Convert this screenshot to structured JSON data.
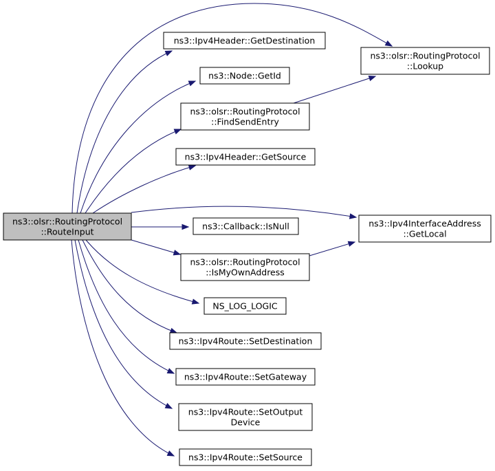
{
  "graph": {
    "nodes": {
      "route_input": {
        "lines": [
          "ns3::olsr::RoutingProtocol",
          "::RouteInput"
        ],
        "root": true
      },
      "get_destination": {
        "lines": [
          "ns3::Ipv4Header::GetDestination"
        ]
      },
      "get_id": {
        "lines": [
          "ns3::Node::GetId"
        ]
      },
      "find_send_entry": {
        "lines": [
          "ns3::olsr::RoutingProtocol",
          "::FindSendEntry"
        ]
      },
      "get_source": {
        "lines": [
          "ns3::Ipv4Header::GetSource"
        ]
      },
      "is_null": {
        "lines": [
          "ns3::Callback::IsNull"
        ]
      },
      "is_my_own_address": {
        "lines": [
          "ns3::olsr::RoutingProtocol",
          "::IsMyOwnAddress"
        ]
      },
      "ns_log_logic": {
        "lines": [
          "NS_LOG_LOGIC"
        ]
      },
      "set_destination": {
        "lines": [
          "ns3::Ipv4Route::SetDestination"
        ]
      },
      "set_gateway": {
        "lines": [
          "ns3::Ipv4Route::SetGateway"
        ]
      },
      "set_output_device": {
        "lines": [
          "ns3::Ipv4Route::SetOutput",
          "Device"
        ]
      },
      "set_source": {
        "lines": [
          "ns3::Ipv4Route::SetSource"
        ]
      },
      "lookup": {
        "lines": [
          "ns3::olsr::RoutingProtocol",
          "::Lookup"
        ]
      },
      "get_local": {
        "lines": [
          "ns3::Ipv4InterfaceAddress",
          "::GetLocal"
        ]
      }
    },
    "edges": [
      {
        "from": "route_input",
        "to": "lookup"
      },
      {
        "from": "route_input",
        "to": "get_destination"
      },
      {
        "from": "route_input",
        "to": "get_id"
      },
      {
        "from": "route_input",
        "to": "find_send_entry"
      },
      {
        "from": "find_send_entry",
        "to": "lookup"
      },
      {
        "from": "route_input",
        "to": "get_source"
      },
      {
        "from": "route_input",
        "to": "get_local"
      },
      {
        "from": "route_input",
        "to": "is_null"
      },
      {
        "from": "route_input",
        "to": "is_my_own_address"
      },
      {
        "from": "is_my_own_address",
        "to": "get_local"
      },
      {
        "from": "route_input",
        "to": "ns_log_logic"
      },
      {
        "from": "route_input",
        "to": "set_destination"
      },
      {
        "from": "route_input",
        "to": "set_gateway"
      },
      {
        "from": "route_input",
        "to": "set_output_device"
      },
      {
        "from": "route_input",
        "to": "set_source"
      }
    ]
  },
  "colors": {
    "edge": "#191970",
    "root_fill": "#bfbfbf",
    "node_fill": "#ffffff",
    "node_border": "#000000"
  }
}
